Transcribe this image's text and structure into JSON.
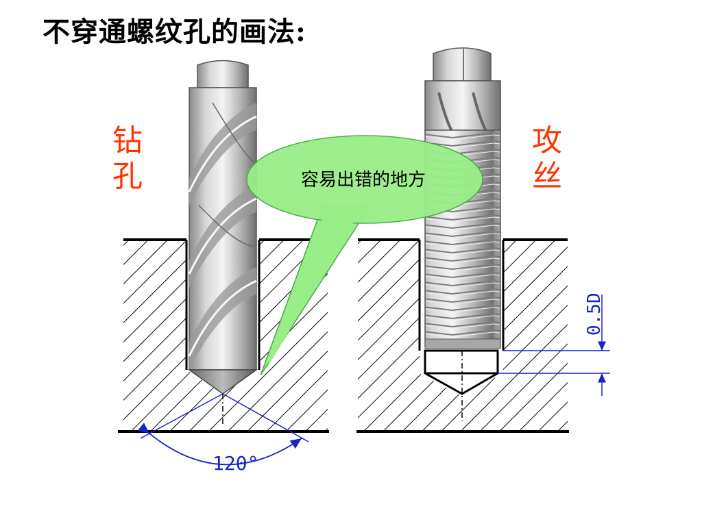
{
  "title": "不穿通螺纹孔的画法:",
  "labels": {
    "drill": [
      "钻",
      "孔"
    ],
    "tap": [
      "攻",
      "丝"
    ]
  },
  "callout": {
    "text": "容易出错的地方"
  },
  "dimensions": {
    "angle": "120°",
    "depth": "0.5D"
  },
  "colors": {
    "label": "#ff3300",
    "dimension": "#1a23c8",
    "callout_fill": "#99ee88",
    "hatch": "#000000"
  }
}
